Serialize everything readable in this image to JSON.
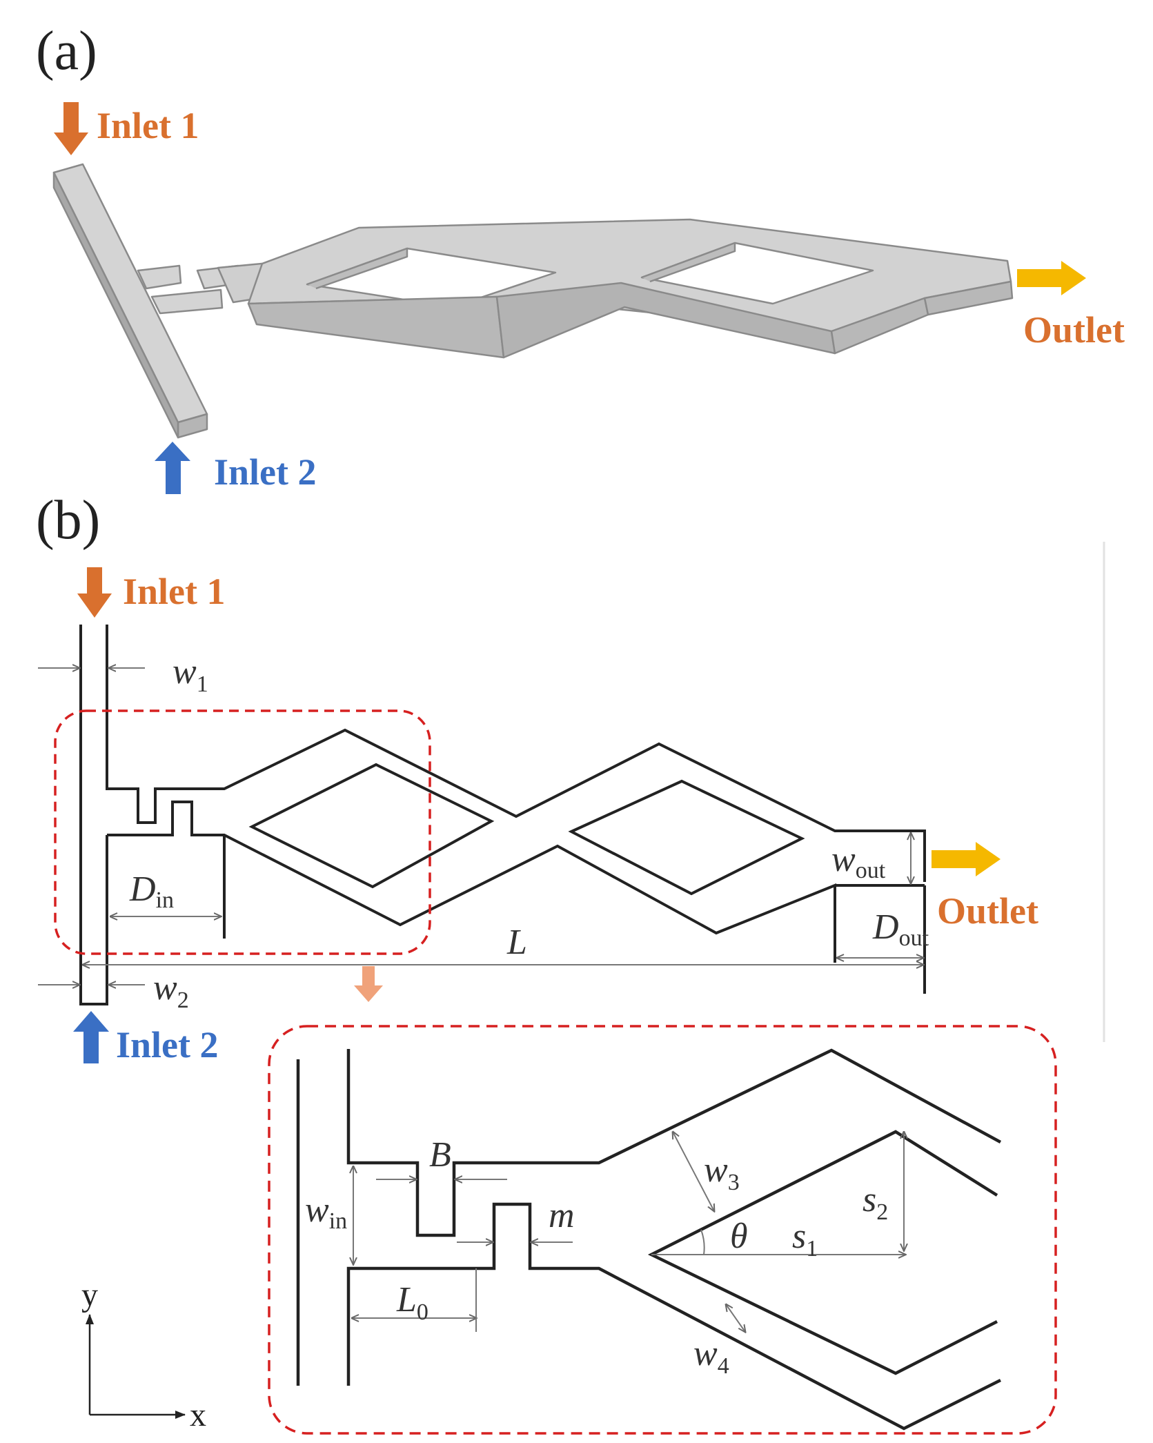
{
  "panel_a": {
    "label": "(a)",
    "inlet1": "Inlet 1",
    "inlet2": "Inlet 2",
    "outlet": "Outlet"
  },
  "panel_b": {
    "label": "(b)",
    "inlet1": "Inlet 1",
    "inlet2": "Inlet 2",
    "outlet": "Outlet",
    "dims": {
      "w1": "w",
      "w1_sub": "1",
      "w2": "w",
      "w2_sub": "2",
      "w_out": "w",
      "w_out_sub": "out",
      "D_in": "D",
      "D_in_sub": "in",
      "D_out": "D",
      "D_out_sub": "out",
      "L": "L"
    }
  },
  "inset": {
    "B": "B",
    "w_in": "w",
    "w_in_sub": "in",
    "m": "m",
    "w3": "w",
    "w3_sub": "3",
    "w4": "w",
    "w4_sub": "4",
    "theta": "θ",
    "s1": "s",
    "s1_sub": "1",
    "s2": "s",
    "s2_sub": "2",
    "L0": "L",
    "L0_sub": "0"
  },
  "axes": {
    "y": "y",
    "x": "x"
  },
  "colors": {
    "inlet1": "#d9702e",
    "inlet2": "#3a6fc4",
    "outlet_arrow": "#f5b800",
    "outlet_text": "#d9702e",
    "channel_fill": "#cfcfcf",
    "channel_edge": "#8a8a8a",
    "zoom_box": "#d62020",
    "zoom_arrow": "#f0a27a"
  }
}
